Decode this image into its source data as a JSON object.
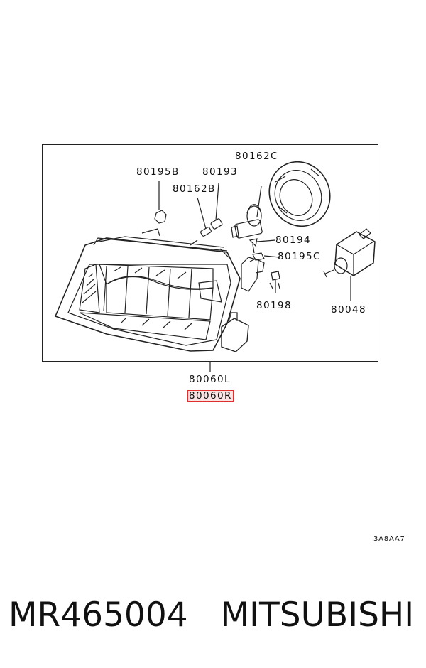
{
  "diagram": {
    "callouts": {
      "c80195B": "80195B",
      "c80193": "80193",
      "c80162C": "80162C",
      "c80162B": "80162B",
      "c80194": "80194",
      "c80195C": "80195C",
      "c80198": "80198",
      "c80048": "80048",
      "c80060L": "80060L",
      "c80060R": "80060R"
    },
    "highlight_color": "#e0302e",
    "reference_code": "3A8AA7"
  },
  "footer": {
    "part_number": "MR465004",
    "brand": "MITSUBISHI"
  }
}
